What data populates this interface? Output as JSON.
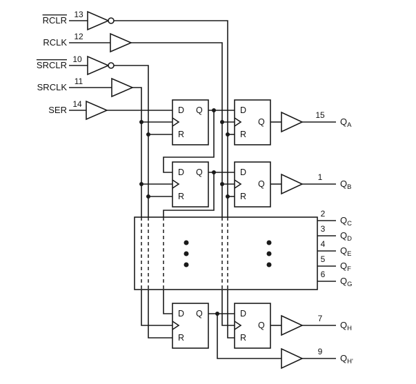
{
  "colors": {
    "line": "#1a1a1a",
    "background": "#ffffff"
  },
  "inputs": [
    {
      "label": "RCLR",
      "pin": "13",
      "overline": true
    },
    {
      "label": "RCLK",
      "pin": "12",
      "overline": false
    },
    {
      "label": "SRCLR",
      "pin": "10",
      "overline": true
    },
    {
      "label": "SRCLK",
      "pin": "11",
      "overline": false
    },
    {
      "label": "SER",
      "pin": "14",
      "overline": false
    }
  ],
  "outputs": [
    {
      "pin": "15",
      "name": "Q",
      "sub": "A"
    },
    {
      "pin": "1",
      "name": "Q",
      "sub": "B"
    },
    {
      "pin": "2",
      "name": "Q",
      "sub": "C"
    },
    {
      "pin": "3",
      "name": "Q",
      "sub": "D"
    },
    {
      "pin": "4",
      "name": "Q",
      "sub": "E"
    },
    {
      "pin": "5",
      "name": "Q",
      "sub": "F"
    },
    {
      "pin": "6",
      "name": "Q",
      "sub": "G"
    },
    {
      "pin": "7",
      "name": "Q",
      "sub": "H"
    },
    {
      "pin": "9",
      "name": "Q",
      "sub": "H'"
    }
  ],
  "flipflop": {
    "d": "D",
    "q": "Q",
    "r": "R"
  }
}
